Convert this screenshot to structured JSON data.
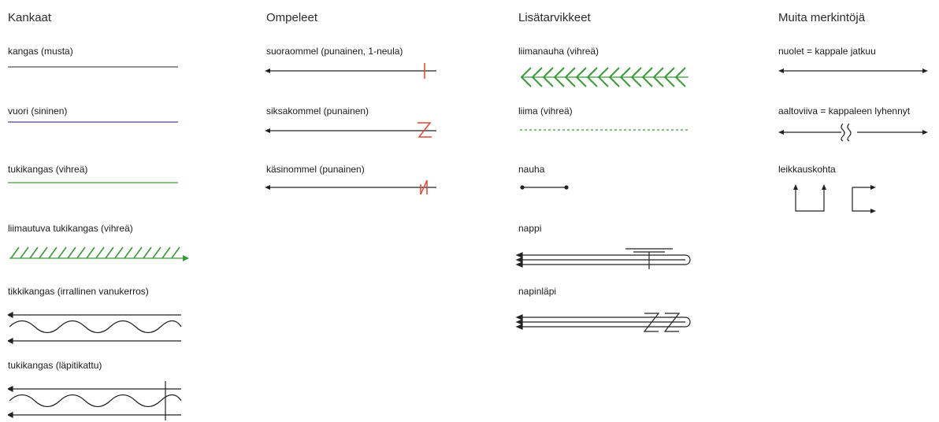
{
  "columns": {
    "fabrics": {
      "heading": "Kankaat",
      "items": [
        {
          "label": "kangas (musta)"
        },
        {
          "label": "vuori (sininen)"
        },
        {
          "label": "tukikangas (vihreä)"
        },
        {
          "label": "liimautuva tukikangas (vihreä)"
        },
        {
          "label": "tikkikangas (irrallinen vanukerros)"
        },
        {
          "label": "tukikangas (läpitikattu)"
        }
      ]
    },
    "seams": {
      "heading": "Ompeleet",
      "items": [
        {
          "label": "suoraommel (punainen, 1-neula)"
        },
        {
          "label": "siksakommel (punainen)"
        },
        {
          "label": "käsinommel (punainen)"
        }
      ]
    },
    "notions": {
      "heading": "Lisätarvikkeet",
      "items": [
        {
          "label": "liimanauha (vihreä)"
        },
        {
          "label": "liima (vihreä)"
        },
        {
          "label": "nauha"
        },
        {
          "label": "nappi"
        },
        {
          "label": "napinläpi"
        }
      ]
    },
    "other": {
      "heading": "Muita merkintöjä",
      "items": [
        {
          "label": "nuolet = kappale jatkuu"
        },
        {
          "label": "aaltoviiva = kappaleen lyhennyt"
        },
        {
          "label": "leikkauskohta"
        }
      ]
    }
  },
  "colors": {
    "black": "#555555",
    "blue": "#5a3d8a",
    "green": "#3a9a3a",
    "red": "#e0462e",
    "ink": "#222222"
  }
}
